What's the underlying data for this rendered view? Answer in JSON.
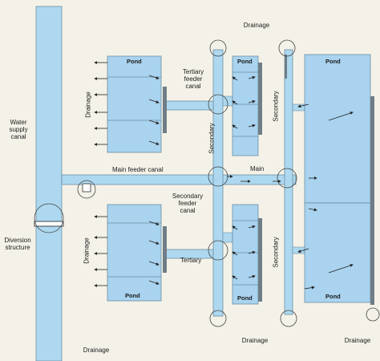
{
  "colors": {
    "water": "#add8ef",
    "pond": "#a9d3ef",
    "outline": "#6b8ea3",
    "drain_bar": "#6f7d86",
    "background": "#f4f2e8"
  },
  "labels": {
    "drainage_top": "Drainage",
    "drainage_bottom_left": "Drainage",
    "drainage_bottom_right": "Drainage",
    "drainage_left_upper": "Drainage",
    "drainage_left_lower": "Drainage",
    "water_supply": [
      "Water",
      "supply",
      "canal"
    ],
    "diversion": [
      "Diversion",
      "structure"
    ],
    "main_feeder": "Main feeder canal",
    "main": "Main",
    "tertiary_feeder": [
      "Tertiary",
      "feeder",
      "canal"
    ],
    "tertiary": "Tertiary",
    "secondary_feeder": [
      "Secondary",
      "feeder",
      "canal"
    ],
    "secondary_left": "Secondary",
    "secondary_mid_upper": "Secondary",
    "secondary_mid_lower": "Secondary"
  },
  "ponds": {
    "top_left": "Pond",
    "top_small": "Pond",
    "top_big": "Pond",
    "bottom_left": "Pond",
    "bottom_small": "Pond",
    "bottom_big": "Pond"
  }
}
